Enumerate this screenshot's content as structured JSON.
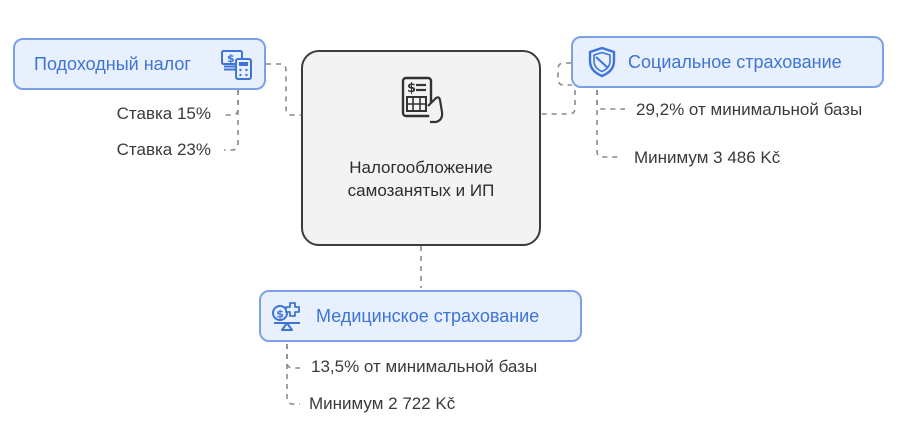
{
  "center": {
    "title_line1": "Налогообложение",
    "title_line2": "самозанятых и ИП",
    "icon": "tax-document-icon"
  },
  "branches": {
    "income_tax": {
      "label": "Подоходный налог",
      "icon": "money-calculator-icon",
      "items": [
        "Ставка 15%",
        "Ставка 23%"
      ]
    },
    "social_insurance": {
      "label": "Социальное страхование",
      "icon": "shield-icon",
      "items": [
        "29,2% от минимальной базы",
        "Минимум 3 486 Kč"
      ]
    },
    "health_insurance": {
      "label": "Медицинское страхование",
      "icon": "health-money-scale-icon",
      "items": [
        "13,5% от минимальной базы",
        "Минимум 2 722 Kč"
      ]
    }
  },
  "colors": {
    "accent": "#3d74d6",
    "pill_fill": "#e8f0fd",
    "pill_border": "#7da1e8",
    "center_fill": "#f3f3f3",
    "center_border": "#3c3c3c",
    "connector": "#8a8a8a"
  }
}
